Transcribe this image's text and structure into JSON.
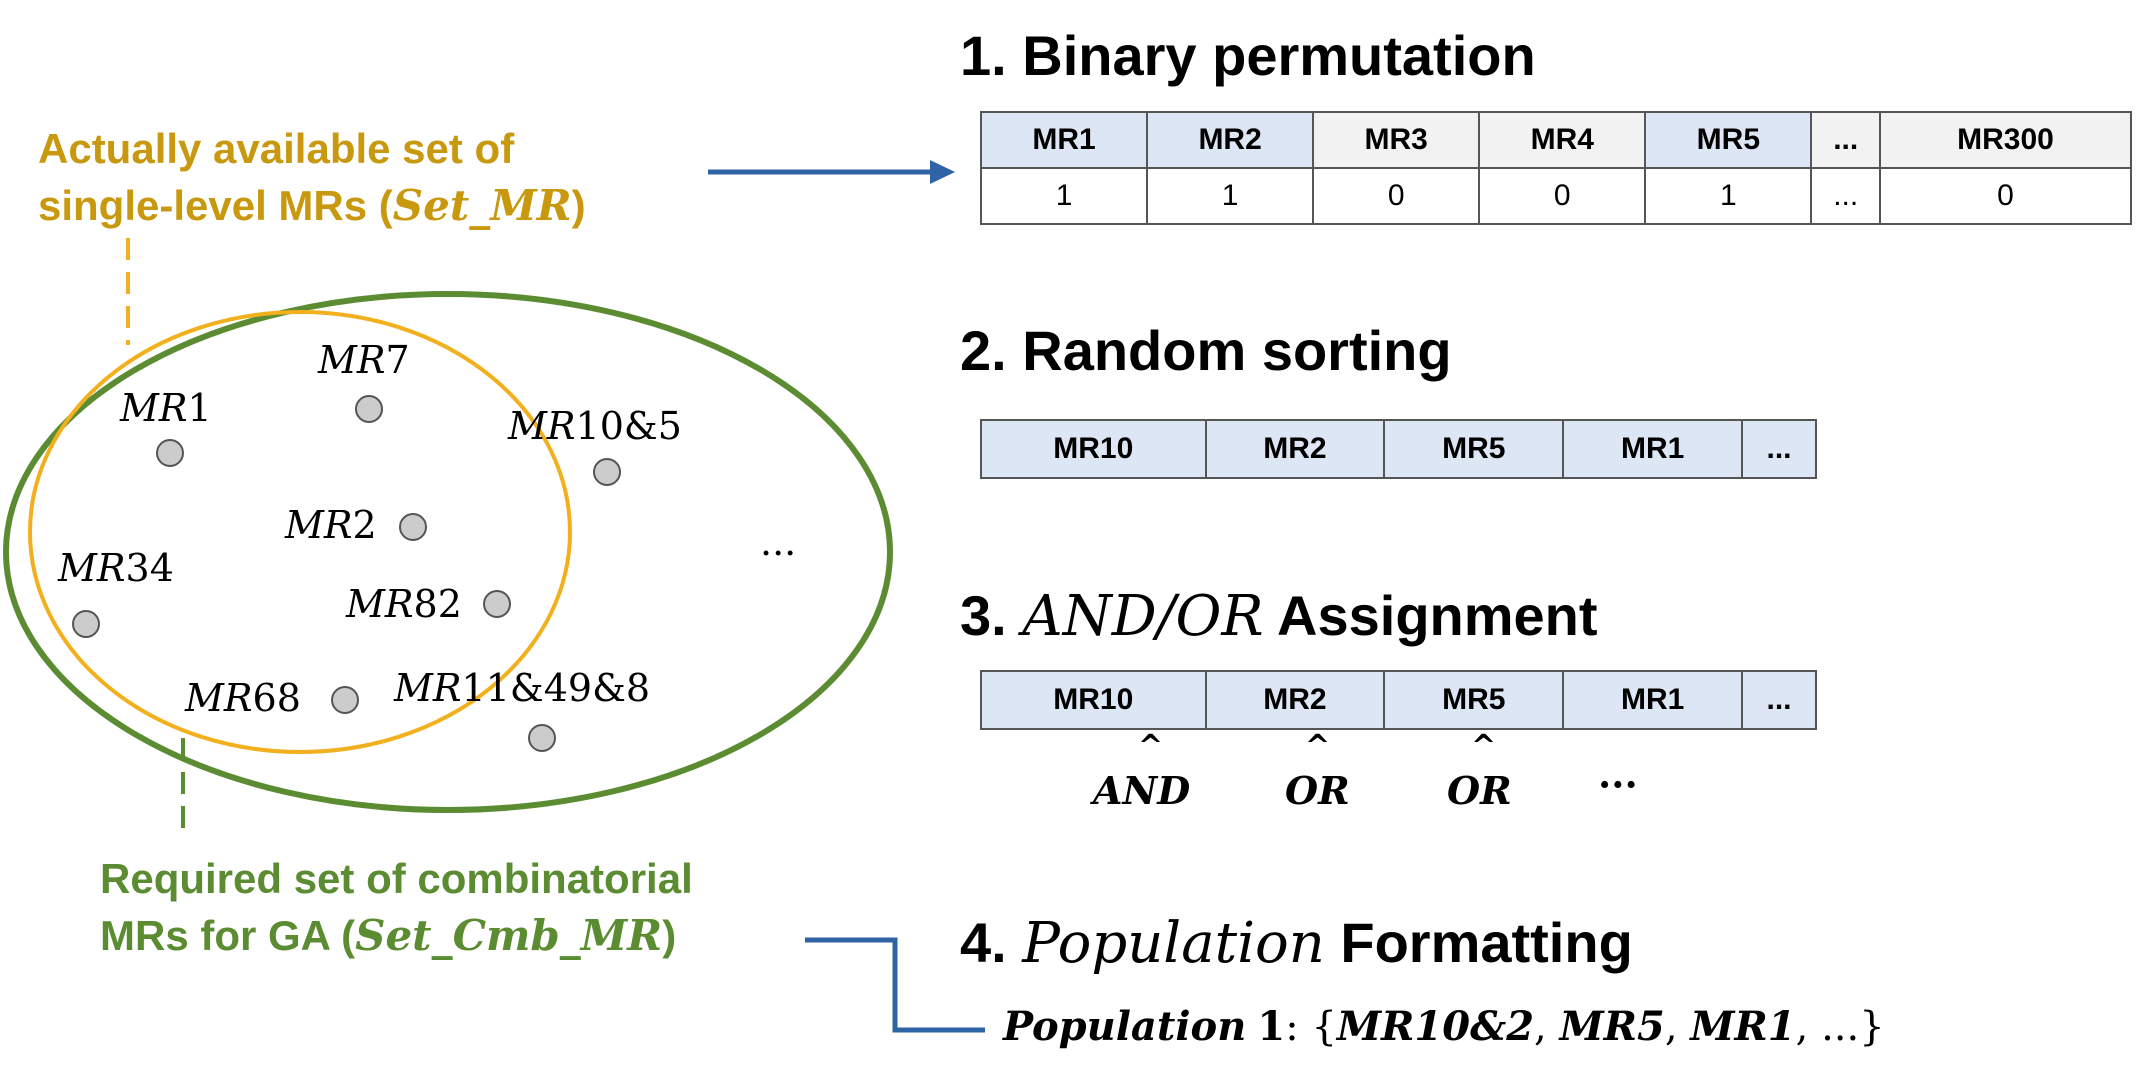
{
  "left": {
    "set_mr_label": {
      "line1": "Actually available set of",
      "line2_prefix": "single-level MRs (",
      "line2_math": "Set_MR",
      "line2_suffix": ")"
    },
    "set_cmb_label": {
      "line1": "Required set of combinatorial",
      "line2_prefix": "MRs for GA (",
      "line2_math": "Set_Cmb_MR",
      "line2_suffix": ")"
    },
    "venn_items": [
      {
        "id": "mr7",
        "prefix": "MR",
        "num": "7"
      },
      {
        "id": "mr1",
        "prefix": "MR",
        "num": "1"
      },
      {
        "id": "mr10and5",
        "prefix": "MR",
        "num": "10&5"
      },
      {
        "id": "mr2",
        "prefix": "MR",
        "num": "2"
      },
      {
        "id": "mr34",
        "prefix": "MR",
        "num": "34"
      },
      {
        "id": "mr82",
        "prefix": "MR",
        "num": "82"
      },
      {
        "id": "mr68",
        "prefix": "MR",
        "num": "68"
      },
      {
        "id": "mr11and49and8",
        "prefix": "MR",
        "num": "11&49&8"
      }
    ],
    "ellipsis": "..."
  },
  "steps": {
    "step1": {
      "title": "1. Binary permutation",
      "headers": [
        "MR1",
        "MR2",
        "MR3",
        "MR4",
        "MR5",
        "...",
        "MR300"
      ],
      "values": [
        "1",
        "1",
        "0",
        "0",
        "1",
        "...",
        "0"
      ]
    },
    "step2": {
      "title": "2. Random sorting",
      "cells": [
        "MR10",
        "MR2",
        "MR5",
        "MR1",
        "..."
      ]
    },
    "step3": {
      "title_prefix": "3. ",
      "title_math": "AND/OR",
      "title_suffix": " Assignment",
      "cells": [
        "MR10",
        "MR2",
        "MR5",
        "MR1",
        "..."
      ],
      "operators": [
        "AND",
        "OR",
        "OR"
      ],
      "operator_ellipsis": "···"
    },
    "step4": {
      "title_prefix": "4. ",
      "title_math": "Population",
      "title_suffix": " Formatting",
      "population_label": "Population",
      "population_num": "1",
      "population_colon": ": {",
      "population_items": [
        "MR10&2",
        "MR5",
        "MR1",
        "..."
      ],
      "population_close": "}"
    }
  },
  "colors": {
    "gold": "#c8980f",
    "green": "#5b8c32",
    "blue_arrow": "#2e63a6",
    "cell_blue": "#dce6f4",
    "cell_gray": "#f2f2f2",
    "dot_fill": "#cccccc"
  }
}
